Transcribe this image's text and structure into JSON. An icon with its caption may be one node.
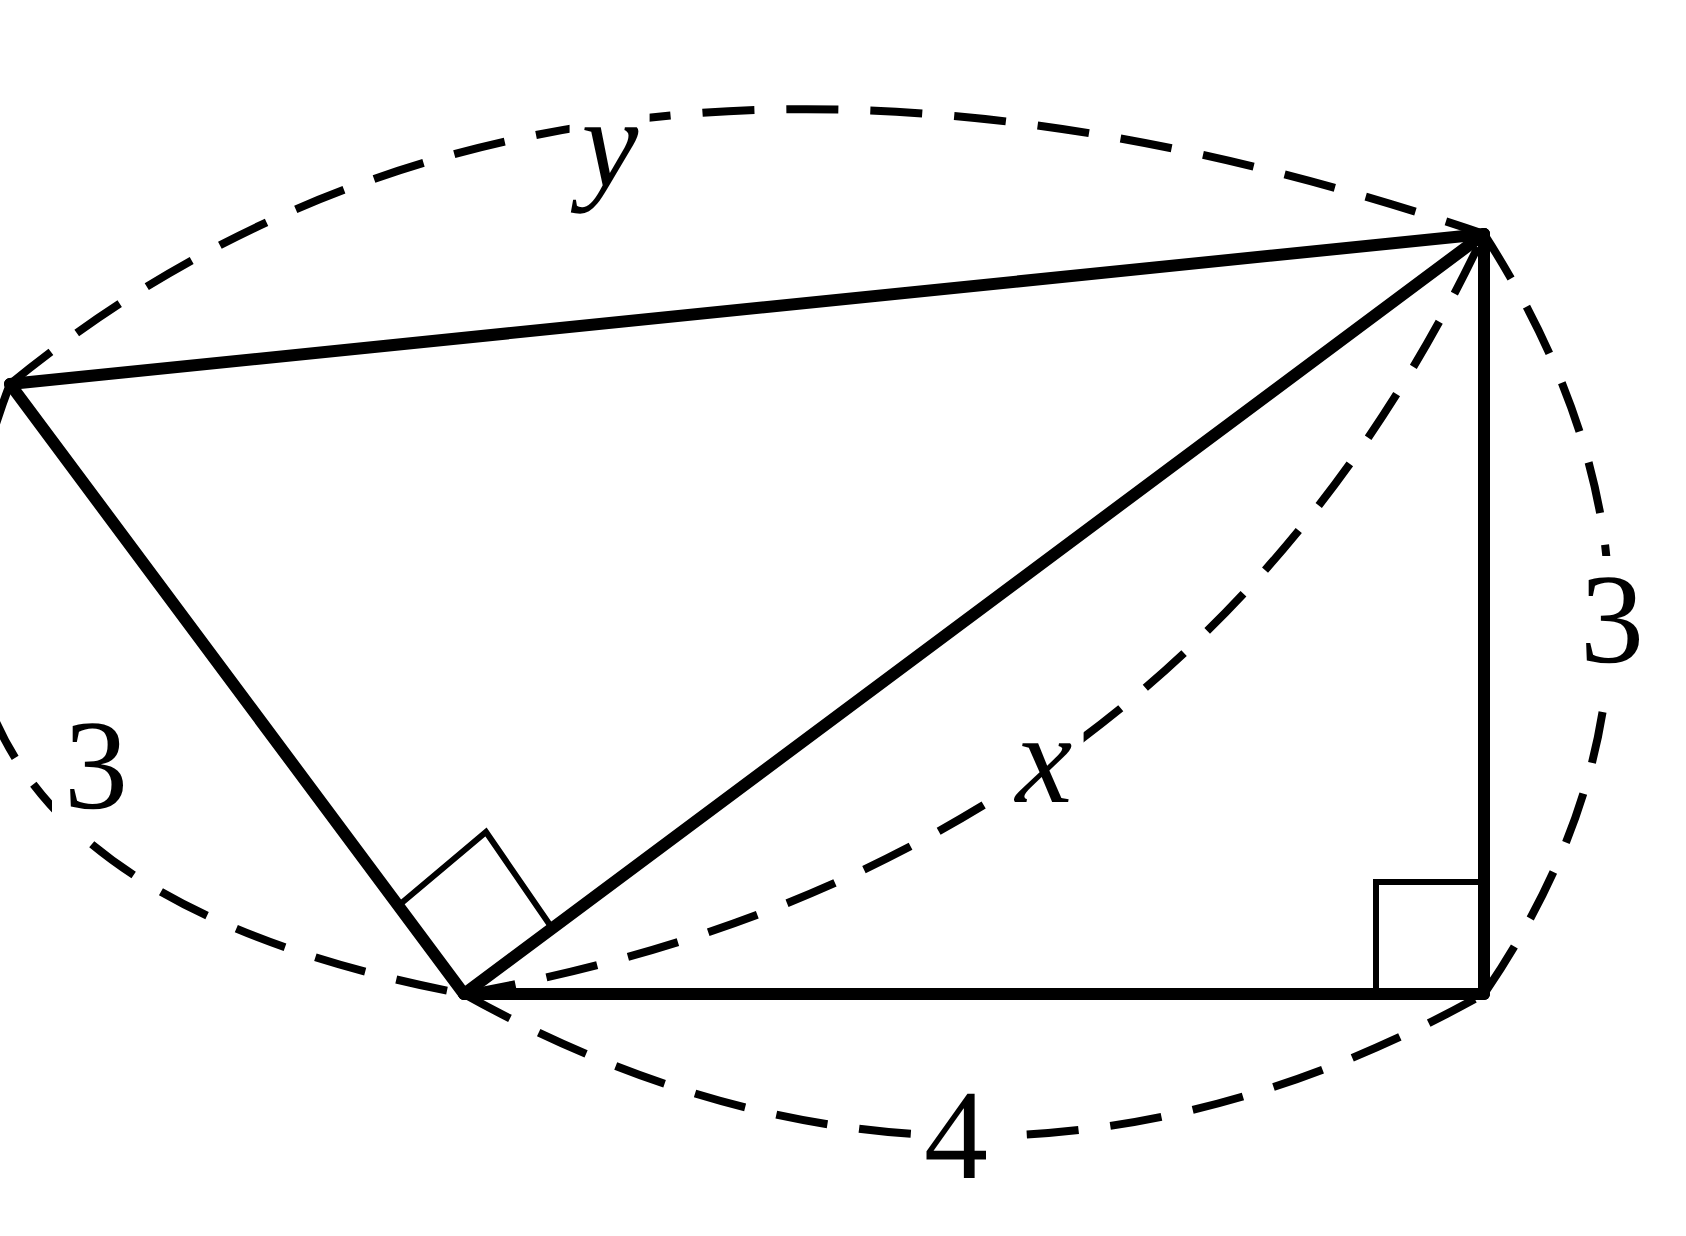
{
  "diagram": {
    "labels": [
      "y",
      "3",
      "3",
      "x",
      "4"
    ]
  }
}
